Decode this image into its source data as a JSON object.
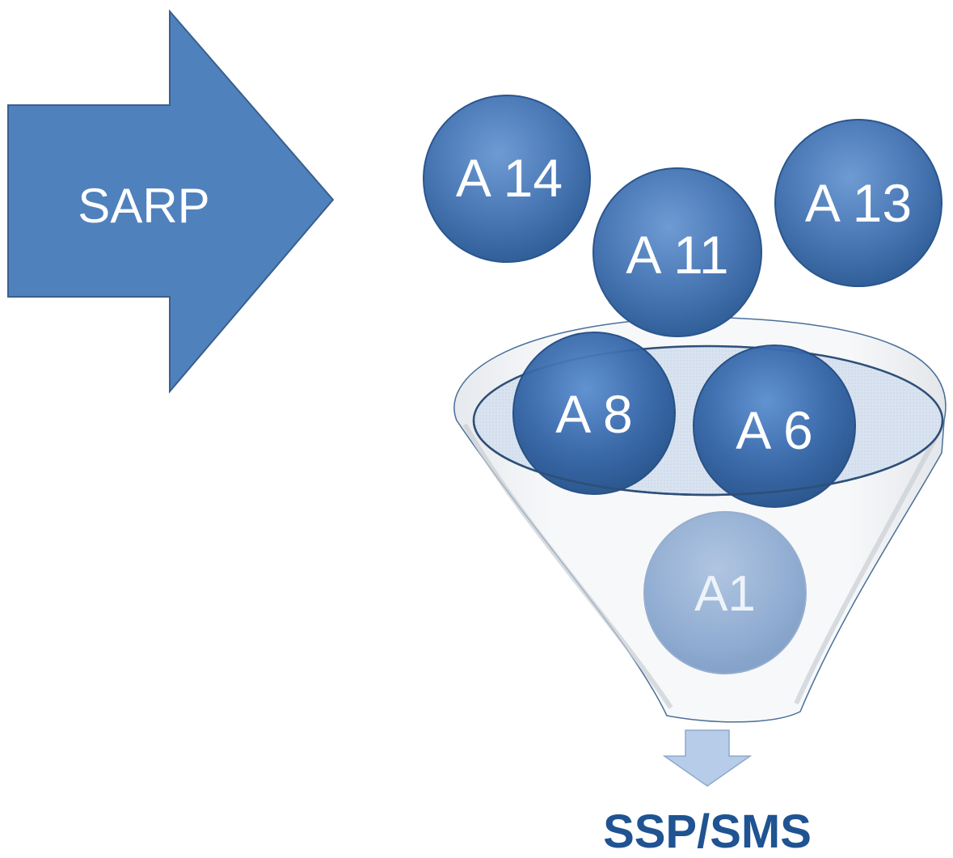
{
  "arrow": {
    "label": "SARP",
    "fill_color": "#4f81bd",
    "stroke_color": "#3a5f8c"
  },
  "bubbles": [
    {
      "label": "A 14"
    },
    {
      "label": "A 11"
    },
    {
      "label": "A 13"
    },
    {
      "label": "A 8"
    },
    {
      "label": "A 6"
    },
    {
      "label": "A1"
    }
  ],
  "funnel": {
    "output_label": "SSP/SMS",
    "output_label_color": "#1f5392",
    "output_arrow_color": "#b7cce8"
  },
  "colors": {
    "bubble_dark": "#2f5f99",
    "bubble_light": "#5b89c4",
    "bubble_faded": "#9fb7d8"
  }
}
